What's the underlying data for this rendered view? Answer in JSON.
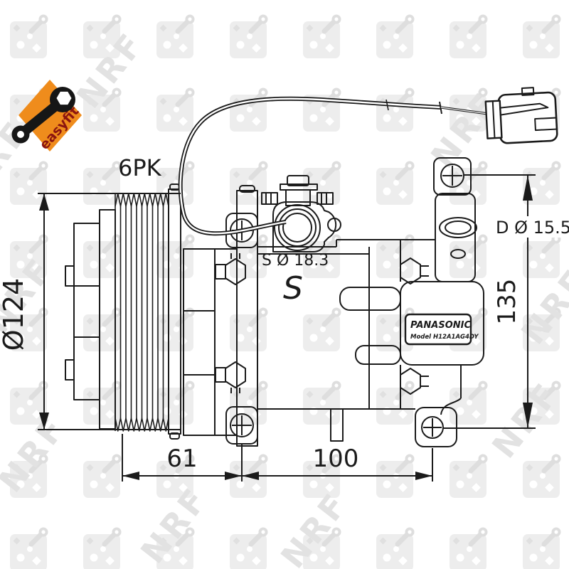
{
  "watermark": {
    "text": "NRF",
    "color": "#e2e2e2"
  },
  "logo": {
    "text": "easyfit",
    "bg_color": "#EF8C1C",
    "text_color": "#8B150F",
    "wrench_color": "#161616"
  },
  "annotations": {
    "belt_type": "6PK",
    "suction_diameter": "S Ø 18.3",
    "body_stamp": "S",
    "discharge_diameter": "D Ø 15.5"
  },
  "dimensions": {
    "pulley_diameter": "Ø124",
    "pulley_to_front_mount": "61",
    "mount_spacing": "100",
    "overall_height": "135"
  },
  "nameplate": {
    "brand": "PANASONIC",
    "model": "Model H12A1AG4DY"
  },
  "style": {
    "line_color": "#1b1b1b",
    "background": "#ffffff"
  }
}
